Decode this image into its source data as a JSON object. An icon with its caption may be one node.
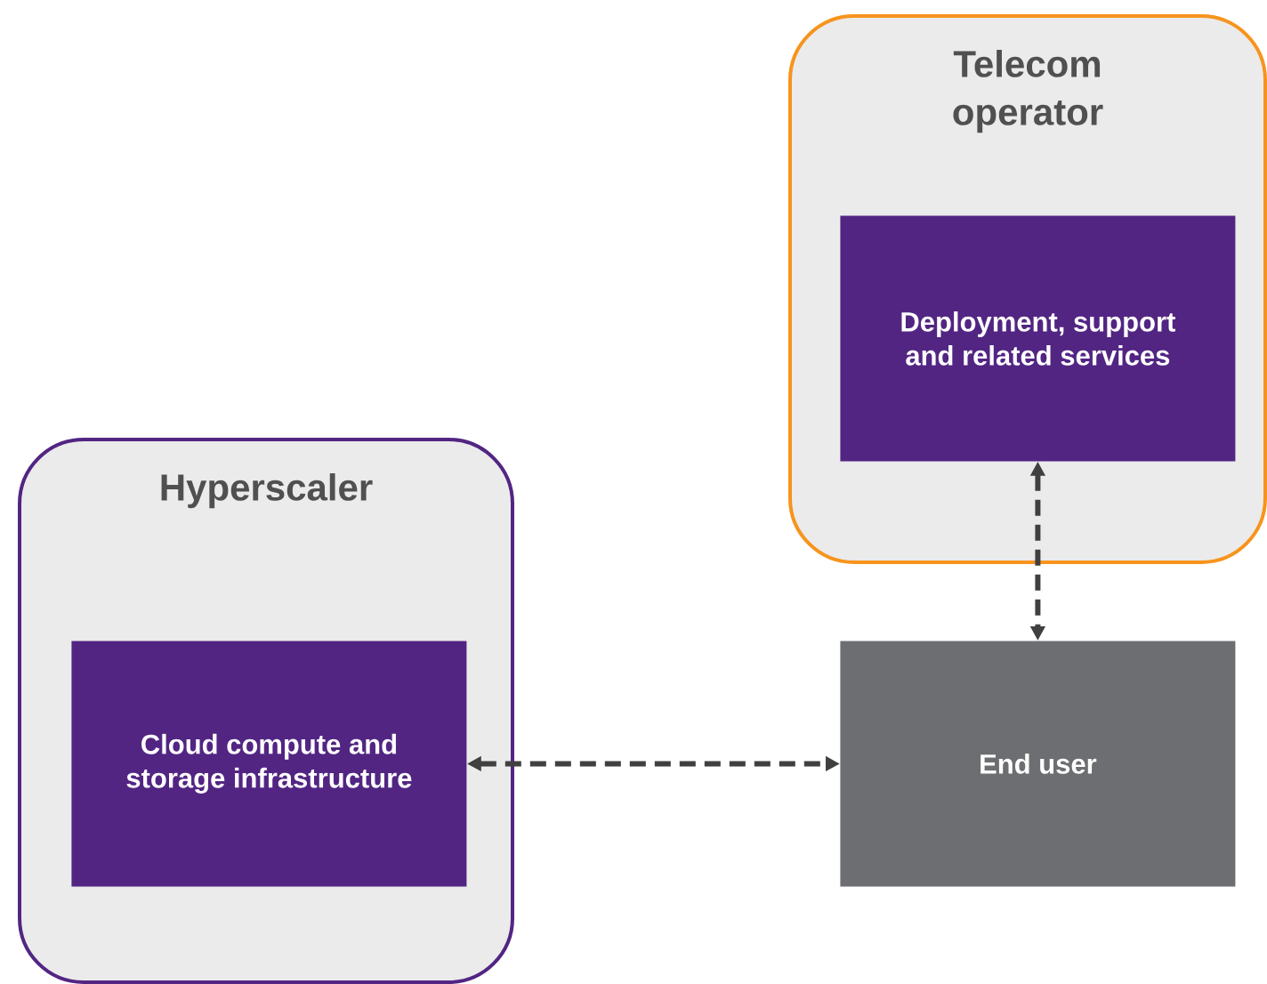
{
  "diagram": {
    "nodes": [
      {
        "text": [
          "Telecom operator"
        ]
      },
      {
        "text": [
          "Deployment, support and related services"
        ],
        "in": 0
      },
      {
        "text": [
          "Hyperscaler"
        ]
      },
      {
        "text": [
          "Cloud compute and storage infrastructure"
        ],
        "in": 2
      },
      {
        "text": [
          "End user"
        ]
      }
    ],
    "edges": [
      {
        "from": 1,
        "to": 4,
        "arrow": "both",
        "style": "dashed"
      },
      {
        "from": 3,
        "to": 4,
        "arrow": "both",
        "style": "dashed"
      }
    ]
  }
}
